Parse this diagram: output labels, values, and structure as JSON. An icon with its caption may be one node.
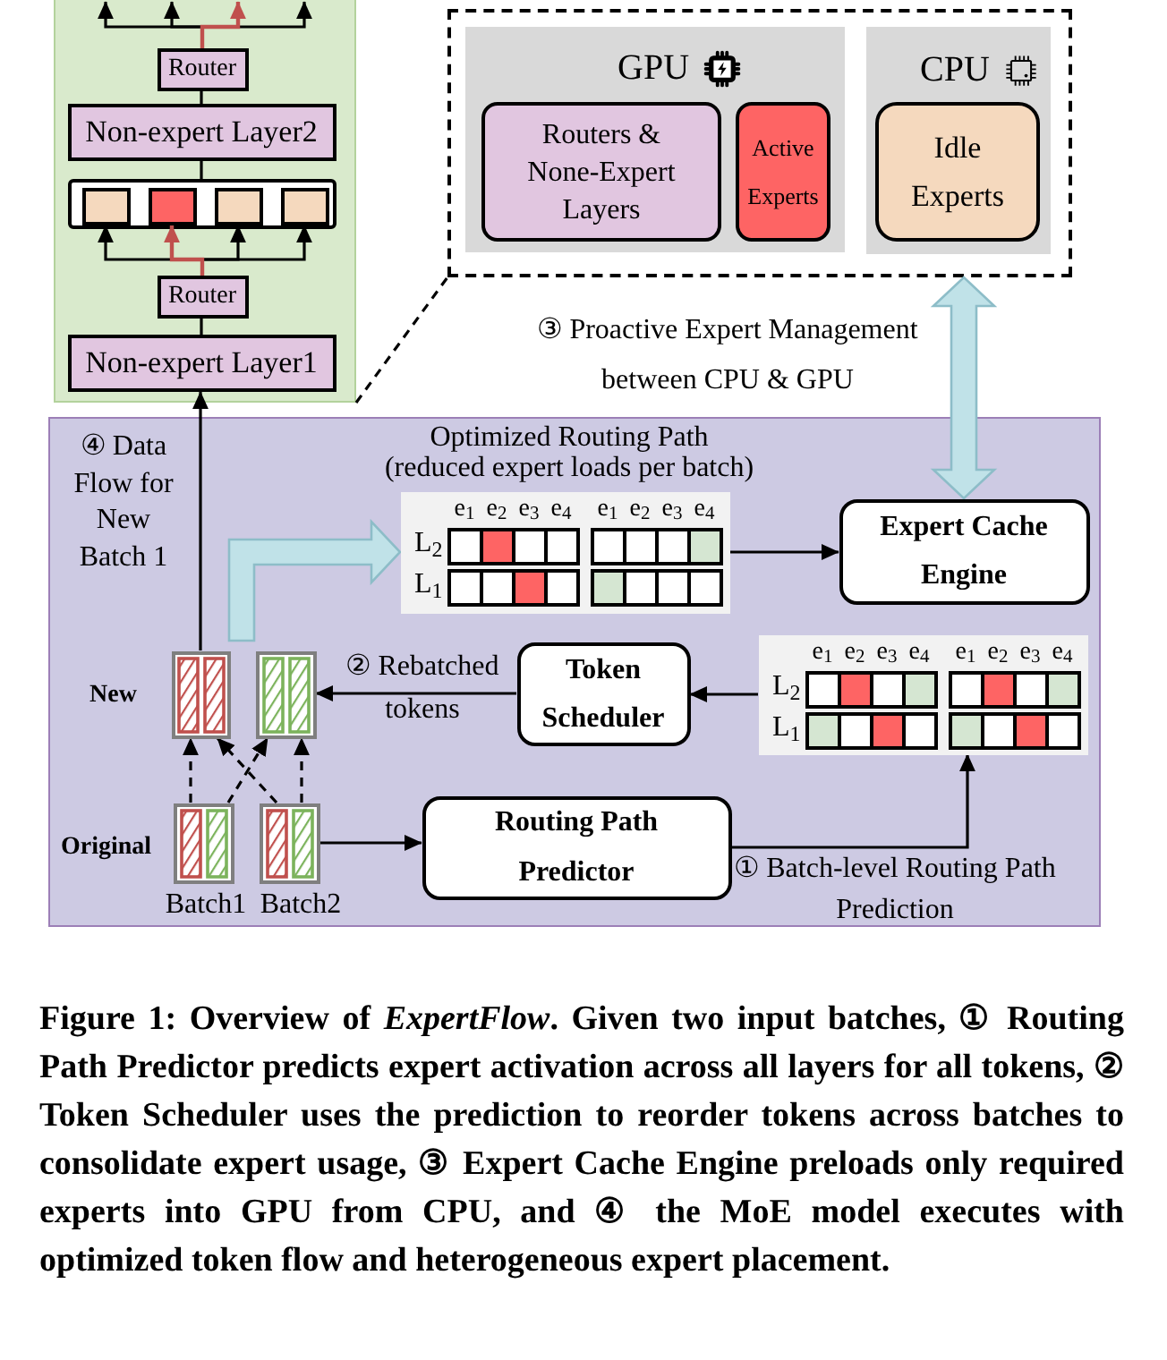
{
  "diagram": {
    "caption": "Figure 1: Overview of *ExpertFlow*. Given two input batches, ① Routing Path Predictor predicts expert activation across all layers for all tokens, ② Token Scheduler uses the prediction to reorder tokens across batches to consolidate expert usage, ③ Expert Cache Engine preloads only required experts into GPU from CPU, and ④ the MoE model executes with optimized token flow and heterogeneous expert placement.",
    "nodes": [
      {
        "text": [],
        "shape": "box"
      },
      {
        "text": [
          "Router"
        ],
        "in": 0
      },
      {
        "text": [
          "Non-expert Layer2"
        ],
        "in": 0
      },
      {
        "text": [],
        "shape": "box",
        "in": 0
      },
      {
        "text": [],
        "shape": "box",
        "in": 3
      },
      {
        "text": [],
        "shape": "box",
        "in": 3
      },
      {
        "text": [],
        "shape": "box",
        "in": 3
      },
      {
        "text": [],
        "shape": "box",
        "in": 3
      },
      {
        "text": [
          "Router"
        ],
        "in": 0
      },
      {
        "text": [
          "Non-expert Layer1"
        ],
        "in": 0
      },
      {
        "text": [],
        "shape": "box"
      },
      {
        "text": [
          "GPU"
        ],
        "in": 10
      },
      {
        "text": [
          "Routers & None-Expert Layers"
        ],
        "in": 11
      },
      {
        "text": [
          "Active Experts"
        ],
        "in": 11
      },
      {
        "text": [
          "CPU"
        ],
        "in": 10
      },
      {
        "text": [
          "Idle Experts"
        ],
        "in": 14
      },
      {
        "text": [],
        "shape": "box"
      },
      {
        "text": [
          "e$_{1}$",
          "e$_{2}$",
          "e$_{3}$",
          "e$_{4}$",
          "e$_{1}$",
          "e$_{2}$",
          "e$_{3}$",
          "e$_{4}$",
          "L$_{2}$",
          "L$_{1}$"
        ],
        "beside": [
          "Optimized Routing Path",
          "(reduced expert loads per batch)"
        ],
        "in": 16
      },
      {
        "text": [
          "Expert Cache Engine"
        ],
        "in": 16
      },
      {
        "text": [
          "Token Scheduler"
        ],
        "in": 16
      },
      {
        "text": [
          "e$_{1}$",
          "e$_{2}$",
          "e$_{3}$",
          "e$_{4}$",
          "e$_{1}$",
          "e$_{2}$",
          "e$_{3}$",
          "e$_{4}$",
          "L$_{2}$",
          "L$_{1}$"
        ],
        "in": 16
      },
      {
        "text": [],
        "shape": "box",
        "in": 16
      },
      {
        "text": [],
        "shape": "box",
        "in": 16
      },
      {
        "text": [],
        "shape": "box",
        "in": 16,
        "beside": [
          "Batch1"
        ]
      },
      {
        "text": [],
        "shape": "box",
        "in": 16,
        "beside": [
          "Batch2"
        ]
      },
      {
        "text": [
          "Routing Path Predictor"
        ],
        "in": 16
      }
    ],
    "edges": [
      {
        "from": 0,
        "to": 10,
        "arrow": "none",
        "style": "dashed"
      },
      {
        "from": 9,
        "to": 8,
        "arrow": "none"
      },
      {
        "from": 8,
        "to": 4,
        "arrow": "to"
      },
      {
        "from": 8,
        "to": 5,
        "arrow": "to",
        "color": "#c0504d"
      },
      {
        "from": 8,
        "to": 6,
        "arrow": "to"
      },
      {
        "from": 8,
        "to": 7,
        "arrow": "to"
      },
      {
        "from": 3,
        "to": 2,
        "arrow": "none"
      },
      {
        "from": 2,
        "to": 1,
        "arrow": "none"
      },
      {
        "from": 1,
        "to": null,
        "arrow": "to"
      },
      {
        "from": 1,
        "to": null,
        "arrow": "to"
      },
      {
        "from": 1,
        "to": null,
        "arrow": "to",
        "color": "#c0504d"
      },
      {
        "from": 1,
        "to": null,
        "arrow": "to"
      },
      {
        "from": 10,
        "to": 18,
        "arrow": "both",
        "style": "thick",
        "color": "#c0e2e8",
        "label": "③ Proactive Expert Management between CPU & GPU"
      },
      {
        "from": 21,
        "to": 9,
        "arrow": "to",
        "label": "④ Data Flow for New Batch 1"
      },
      {
        "from": null,
        "to": 17,
        "arrow": "to",
        "style": "thick",
        "color": "#c0e2e8"
      },
      {
        "from": 17,
        "to": 18,
        "arrow": "to"
      },
      {
        "from": 20,
        "to": 19,
        "arrow": "to"
      },
      {
        "from": 19,
        "to": 22,
        "arrow": "to",
        "label": "② Rebatched tokens"
      },
      {
        "from": 23,
        "to": 21,
        "arrow": "to",
        "style": "dashed"
      },
      {
        "from": 23,
        "to": 22,
        "arrow": "to",
        "style": "dashed"
      },
      {
        "from": 24,
        "to": 21,
        "arrow": "to",
        "style": "dashed"
      },
      {
        "from": 24,
        "to": 22,
        "arrow": "to",
        "style": "dashed"
      },
      {
        "from": 24,
        "to": 25,
        "arrow": "to"
      },
      {
        "from": 25,
        "to": 20,
        "arrow": "to",
        "label": "① Batch-level Routing Path Prediction"
      }
    ],
    "labels": [
      "New",
      "Original"
    ]
  }
}
